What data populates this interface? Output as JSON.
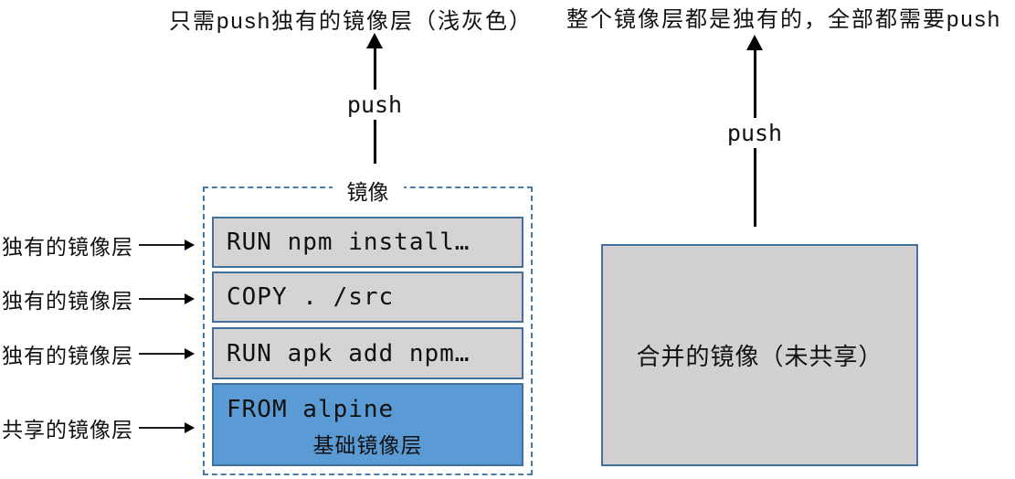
{
  "captions": {
    "left": "只需push独有的镜像层（浅灰色）",
    "right": "整个镜像层都是独有的，全部都需要push"
  },
  "arrows": {
    "left_push_label": "push",
    "right_push_label": "push"
  },
  "image_box": {
    "title": "镜像",
    "layers": [
      {
        "code": "RUN npm install…",
        "type": "unique"
      },
      {
        "code": "COPY . /src",
        "type": "unique"
      },
      {
        "code": "RUN apk add npm…",
        "type": "unique"
      },
      {
        "code": "FROM alpine",
        "sublabel": "基础镜像层",
        "type": "shared"
      }
    ]
  },
  "side_labels": [
    {
      "text": "独有的镜像层"
    },
    {
      "text": "独有的镜像层"
    },
    {
      "text": "独有的镜像层"
    },
    {
      "text": "共享的镜像层"
    }
  ],
  "merged_box": {
    "label": "合并的镜像（未共享）"
  },
  "colors": {
    "shared_fill": "#5B9BD5",
    "unique_fill": "#D5D3D3",
    "merged_fill": "#D2D0D0",
    "box_border": "#41719C",
    "dashed_border": "#4A7CA5"
  }
}
